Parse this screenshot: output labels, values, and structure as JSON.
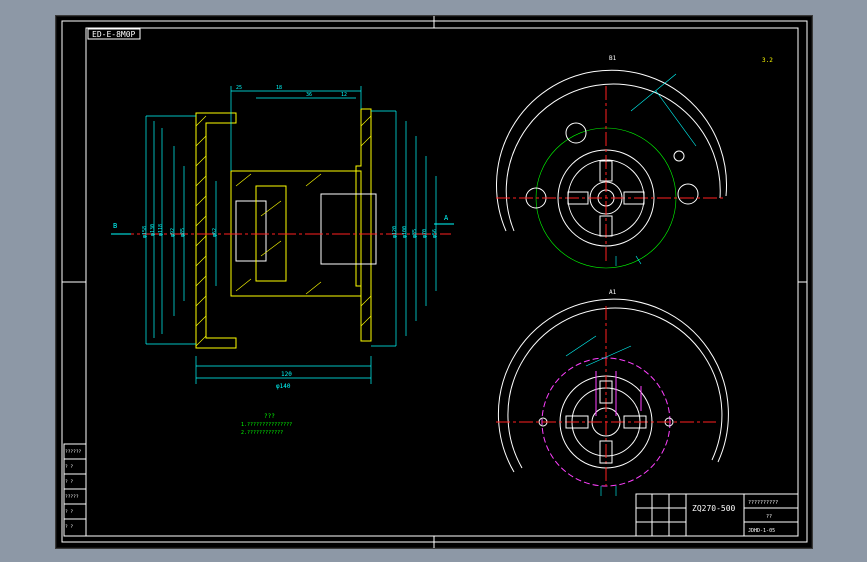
{
  "window": {
    "background": "#8d98a6",
    "canvas_background": "#000000"
  },
  "colors": {
    "frame": "#ffffff",
    "dimension": "#00ffff",
    "centerline": "#ff2020",
    "hatch": "#ffff00",
    "section": "#ff40ff",
    "annotation": "#00ff00",
    "outline": "#ffffff"
  },
  "title_tab": {
    "code": "ED-E-8M0P"
  },
  "section_markers": {
    "left_arrow": "B",
    "right_arrow": "A"
  },
  "view_labels": {
    "top_view": "B1",
    "bottom_view": "A1"
  },
  "corner_note": "3.2",
  "technical_requirements": {
    "title": "???",
    "lines": [
      "1.???????????????",
      "2.????????????"
    ]
  },
  "dimensions": {
    "overall_width": "120",
    "bottom_length": "φ140",
    "left_diameters": [
      "φ158",
      "φ130",
      "φ118",
      "φ92",
      "φ85",
      "φ62"
    ],
    "right_diameters": [
      "φ120",
      "φ100",
      "φ85",
      "φ70",
      "φ56"
    ],
    "top_dims": [
      "25",
      "18",
      "36",
      "12"
    ]
  },
  "title_block": {
    "drawing_number": "ZQ270-500",
    "part_name": "??????????",
    "scale": "??",
    "material_code": "JDHD-1-05"
  },
  "revision_table": {
    "rows": [
      "??????",
      "?  ?",
      "?  ?",
      "?????",
      "?  ?",
      "?  ?"
    ]
  }
}
